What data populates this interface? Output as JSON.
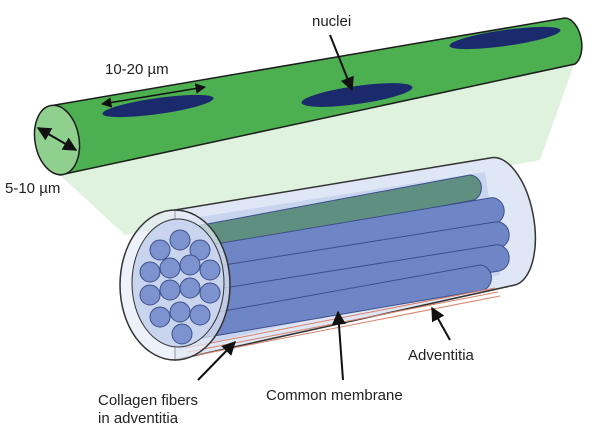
{
  "labels": {
    "nuclei": "nuclei",
    "nucleus_length": "10-20 µm",
    "fiber_diameter": "5-10 µm",
    "adventitia": "Adventitia",
    "common_membrane": "Common membrane",
    "collagen_line1": "Collagen fibers",
    "collagen_line2": "in adventitia"
  },
  "colors": {
    "fiber_green": "#4caf50",
    "fiber_end": "#8fd08f",
    "nucleus": "#1a2a6c",
    "axon_blue": "#6f86c6",
    "projection": "#d8f0d8",
    "collagen": "#d9826a"
  }
}
